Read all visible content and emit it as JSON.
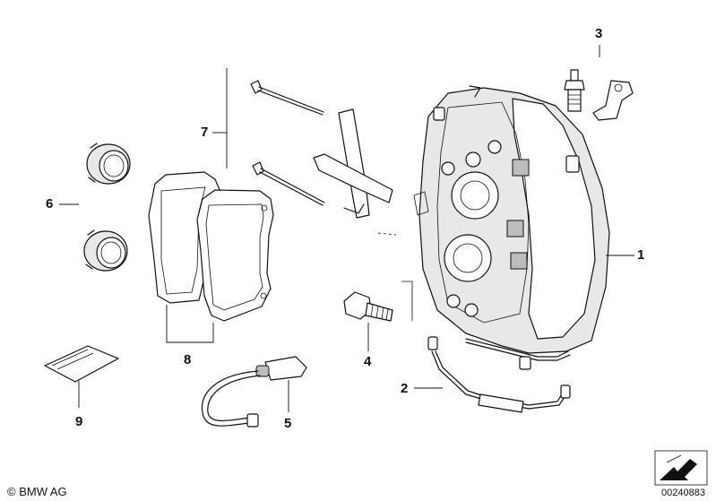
{
  "diagram": {
    "part_labels": [
      {
        "id": "1",
        "text": "1"
      },
      {
        "id": "2",
        "text": "2"
      },
      {
        "id": "3",
        "text": "3"
      },
      {
        "id": "4",
        "text": "4"
      },
      {
        "id": "5",
        "text": "5"
      },
      {
        "id": "6",
        "text": "6"
      },
      {
        "id": "7",
        "text": "7"
      },
      {
        "id": "8",
        "text": "8"
      },
      {
        "id": "9",
        "text": "9"
      }
    ],
    "copyright": "© BMW AG",
    "drawing_number": "00240883"
  }
}
